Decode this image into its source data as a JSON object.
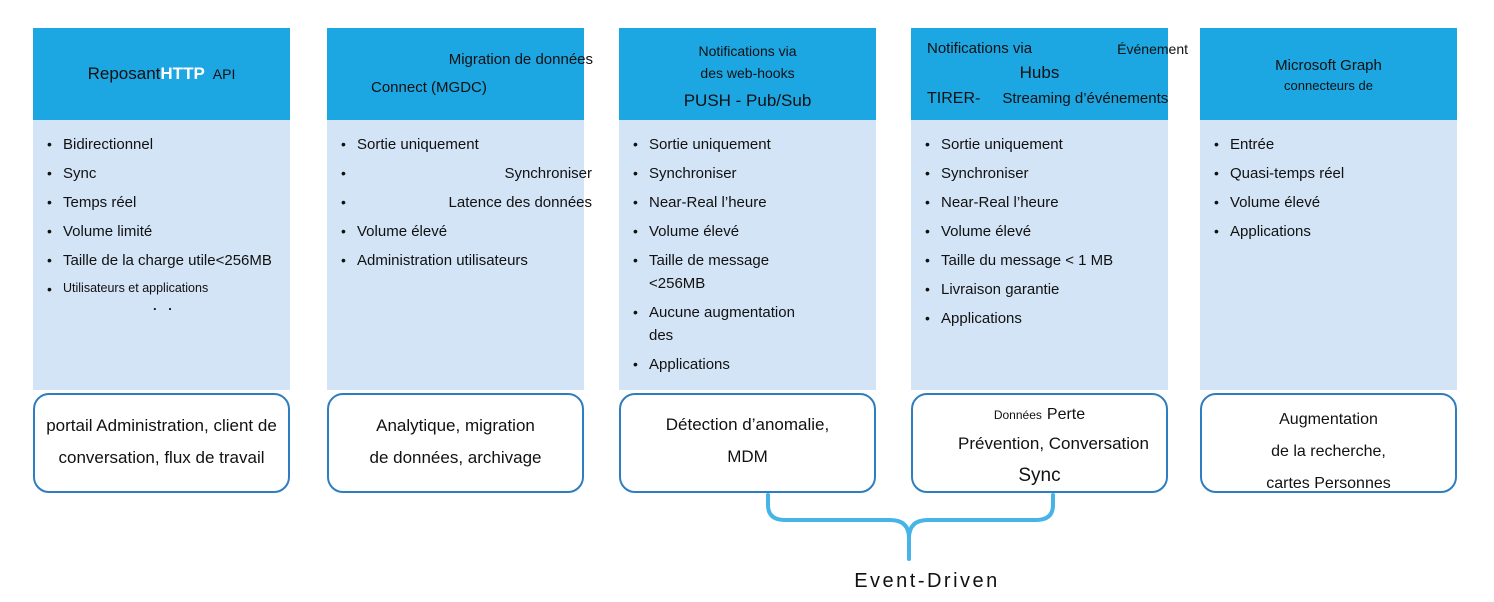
{
  "colors": {
    "header_blue": "#1CA6E2",
    "body_blue": "#D3E4F6",
    "box_border": "#2E7DBF",
    "brace_blue": "#47B4E8",
    "text": "#111111",
    "header_bold_text": "#FFFFFF"
  },
  "glyphs": {
    "bullet": "•"
  },
  "columns": [
    {
      "id": "rest-api",
      "header": {
        "text1": "Reposant",
        "text2": "HTTP",
        "text3": "API"
      },
      "bullets": [
        "Bidirectionnel",
        "Sync",
        "Temps réel",
        "Volume limité",
        "Taille de la charge utile<256MB",
        "Utilisateurs et applications"
      ],
      "trailing_dots": ". .",
      "box": [
        "portail Administration, client de",
        "conversation, flux de travail"
      ]
    },
    {
      "id": "mgdc",
      "header": {
        "line1": "Migration de données",
        "line2": "Connect (MGDC)"
      },
      "bullets": [
        "Sortie uniquement",
        "Synchroniser",
        "Latence des données",
        "Volume élevé",
        "Administration utilisateurs"
      ],
      "box": [
        "Analytique, migration",
        "de données, archivage"
      ]
    },
    {
      "id": "webhooks",
      "header": {
        "line1": "Notifications via",
        "line2": "des web-hooks",
        "line3": "PUSH - Pub/Sub"
      },
      "bullets": [
        "Sortie uniquement",
        "Synchroniser",
        "Near-Real l’heure",
        "Volume élevé",
        "Taille de message\n<256MB",
        "Aucune augmentation\ndes",
        "Applications"
      ],
      "box": [
        "Détection d’anomalie,",
        "MDM"
      ]
    },
    {
      "id": "event-hubs",
      "header": {
        "line1_left": "Notifications via",
        "line1_right": "Événement",
        "line2": "Hubs",
        "line3_left": "TIRER-",
        "line3_right": "Streaming d’événements"
      },
      "bullets": [
        "Sortie uniquement",
        "Synchroniser",
        "Near-Real l’heure",
        "Volume élevé",
        "Taille du message < 1 MB",
        "Livraison garantie",
        "Applications"
      ],
      "box": {
        "line1_small": "Données",
        "line1_big": "Perte",
        "line2": "Prévention, Conversation",
        "line3": "Sync"
      }
    },
    {
      "id": "graph-connectors",
      "header": {
        "line1": "Microsoft Graph",
        "line2": "connecteurs de"
      },
      "bullets": [
        "Entrée",
        "Quasi-temps réel",
        "Volume élevé",
        "Applications"
      ],
      "box": [
        "Augmentation",
        "de la recherche,",
        "cartes Personnes"
      ]
    }
  ],
  "brace_label": "Event-Driven"
}
